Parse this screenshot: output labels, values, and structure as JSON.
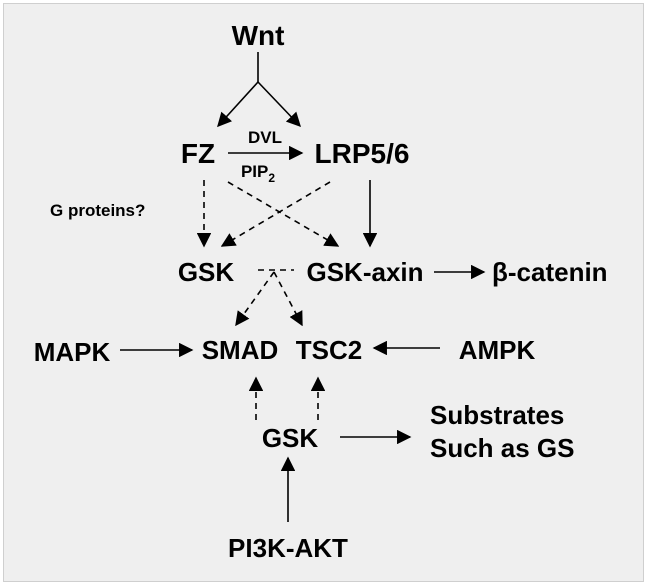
{
  "diagram": {
    "nodes": {
      "wnt": "Wnt",
      "fz": "FZ",
      "lrp": "LRP5/6",
      "dvl": "DVL",
      "pip": "PIP",
      "pip_sub": "2",
      "g_proteins": "G proteins?",
      "gsk_top": "GSK",
      "gsk_axin": "GSK-axin",
      "beta_catenin": "β-catenin",
      "mapk": "MAPK",
      "smad": "SMAD",
      "tsc2": "TSC2",
      "ampk": "AMPK",
      "gsk_bottom": "GSK",
      "substrates_line1": "Substrates",
      "substrates_line2": "Such as GS",
      "pi3k_akt": "PI3K-AKT"
    },
    "colors": {
      "background": "#efefef",
      "border": "#cfcfcf",
      "ink": "#000000"
    }
  }
}
